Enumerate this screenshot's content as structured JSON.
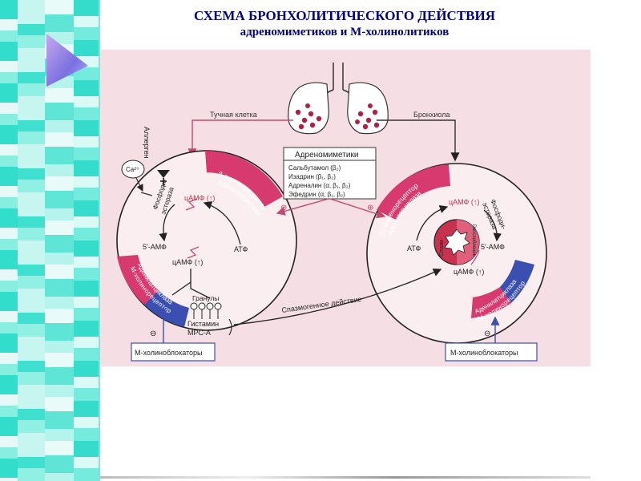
{
  "title": {
    "line1": "СХЕМА БРОНХОЛИТИЧЕСКОГО ДЕЙСТВИЯ",
    "line2": "адреномиметиков и М-холинолитиков"
  },
  "diagram": {
    "mast_cell_label": "Тучная клетка",
    "bronchiole_label": "Бронхиола",
    "allergen_label": "Аллерген",
    "calcium_label": "Ca²⁺",
    "adrenomimetics_box": {
      "title": "Адреномиметики",
      "items": [
        "Сальбутамол (β₂)",
        "Изадрин (β₁, β₂)",
        "Адреналин (α, β₁, β₂)",
        "Эфедрин (α, β₁, β₂)"
      ]
    },
    "plus_sign": "⊕",
    "minus_sign": "⊖",
    "left_cell": {
      "camp": "цАМФ (↑)",
      "camp_bottom": "цАМФ (↑)",
      "amp": "5'-АМФ",
      "atp": "АТФ",
      "phosphodiesterase": [
        "Фосфоди-",
        "эстераза"
      ],
      "beta_receptor": [
        "β-адренорецептор",
        "Аденилатциклаза"
      ],
      "m_receptor": [
        "Аденилатциклаза",
        "М-холинорецептор"
      ],
      "granules": "Гранулы",
      "histamine": "Гистамин",
      "mrs": "МРС-А"
    },
    "right_cell": {
      "camp": "цАМФ (↑)",
      "camp_bottom": "цАМФ (↑)",
      "amp": "5'-АМФ",
      "atp": "АТФ",
      "phosphodiesterase": [
        "Фосфоди-",
        "эстераза"
      ],
      "beta_receptor": [
        "β₂-адренорецептор",
        "Аденилатциклаза"
      ],
      "m_receptor": [
        "Аденилатциклаза",
        "М-холинорецептор"
      ],
      "lumen_left": "Спазм",
      "lumen_right": "Расслабление"
    },
    "spasmogenic_action": "Спазмогенное действие",
    "m_blockers_left": "М-холиноблокаторы",
    "m_blockers_right": "М-холиноблокаторы"
  },
  "colors": {
    "title": "#000080",
    "panel_bg": "#f5dfe4",
    "arrow": "#c04a70",
    "beta_band": "#d63a6e",
    "m_band_blue": "#3a4fb0",
    "lumen": "#c8324f"
  }
}
